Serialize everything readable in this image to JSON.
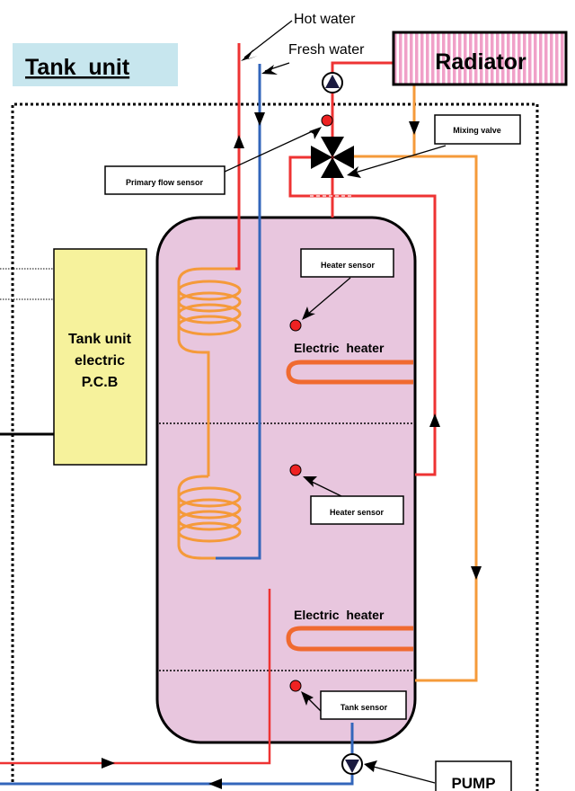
{
  "title": "Tank  unit",
  "labels": {
    "hot_water": "Hot water",
    "fresh_water": "Fresh water",
    "radiator": "Radiator",
    "mixing_valve": "Mixing valve",
    "primary_flow_sensor": "Primary flow sensor",
    "heater_sensor_top": "Heater sensor",
    "heater_sensor_mid": "Heater sensor",
    "electric_heater_top": "Electric  heater",
    "electric_heater_bottom": "Electric  heater",
    "tank_sensor": "Tank sensor",
    "pump": "PUMP",
    "pcb_line1": "Tank unit",
    "pcb_line2": "electric",
    "pcb_line3": "P.C.B"
  },
  "colors": {
    "hot_pipe": "#ee3333",
    "fresh_pipe": "#3366bb",
    "heating_pipe": "#f59a3a",
    "heater_element": "#f06a30",
    "tank_fill": "#e8c6de",
    "pcb_fill": "#f6f29c",
    "title_bg": "#c7e6ee",
    "radiator_stripe": "#f0a0c8",
    "sensor_dot": "#ee2222"
  }
}
